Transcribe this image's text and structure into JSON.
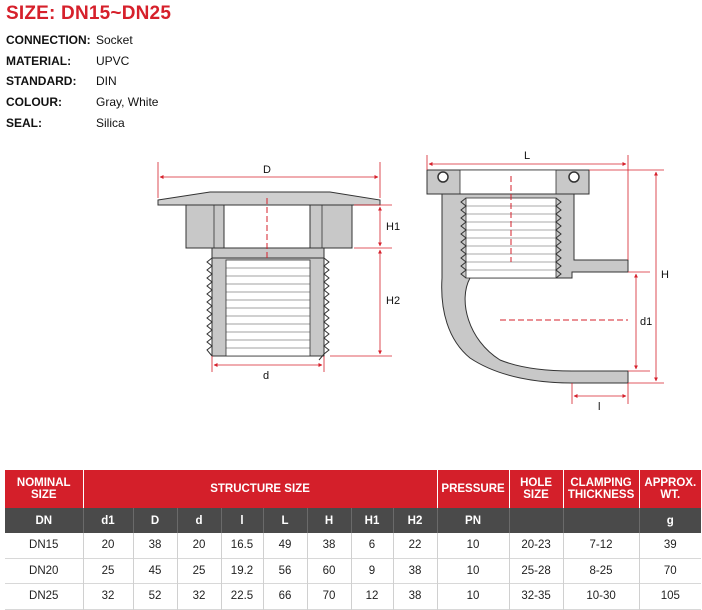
{
  "title": "SIZE: DN15~DN25",
  "specs": [
    {
      "label": "CONNECTION:",
      "value": "Socket"
    },
    {
      "label": "MATERIAL:",
      "value": "UPVC"
    },
    {
      "label": "STANDARD:",
      "value": "DIN"
    },
    {
      "label": "COLOUR:",
      "value": "Gray, White"
    },
    {
      "label": "SEAL:",
      "value": "Silica"
    }
  ],
  "drawing_labels": {
    "D": "D",
    "H1": "H1",
    "H2": "H2",
    "d_small": "d",
    "L": "L",
    "H": "H",
    "d1": "d1",
    "l_small": "l"
  },
  "colors": {
    "accent_red": "#d6202b",
    "header_dark": "#4a4a4a",
    "part_gray": "#c8c8c8"
  },
  "table": {
    "group_headers": [
      "NOMINAL SIZE",
      "STRUCTURE SIZE",
      "PRESSURE",
      "HOLE SIZE",
      "CLAMPING THICKNESS",
      "APPROX. WT."
    ],
    "unit_headers": [
      "DN",
      "d1",
      "D",
      "d",
      "l",
      "L",
      "H",
      "H1",
      "H2",
      "PN",
      "",
      "",
      "g"
    ],
    "rows": [
      [
        "DN15",
        "20",
        "38",
        "20",
        "16.5",
        "49",
        "38",
        "6",
        "22",
        "10",
        "20-23",
        "7-12",
        "39"
      ],
      [
        "DN20",
        "25",
        "45",
        "25",
        "19.2",
        "56",
        "60",
        "9",
        "38",
        "10",
        "25-28",
        "8-25",
        "70"
      ],
      [
        "DN25",
        "32",
        "52",
        "32",
        "22.5",
        "66",
        "70",
        "12",
        "38",
        "10",
        "32-35",
        "10-30",
        "105"
      ]
    ]
  }
}
